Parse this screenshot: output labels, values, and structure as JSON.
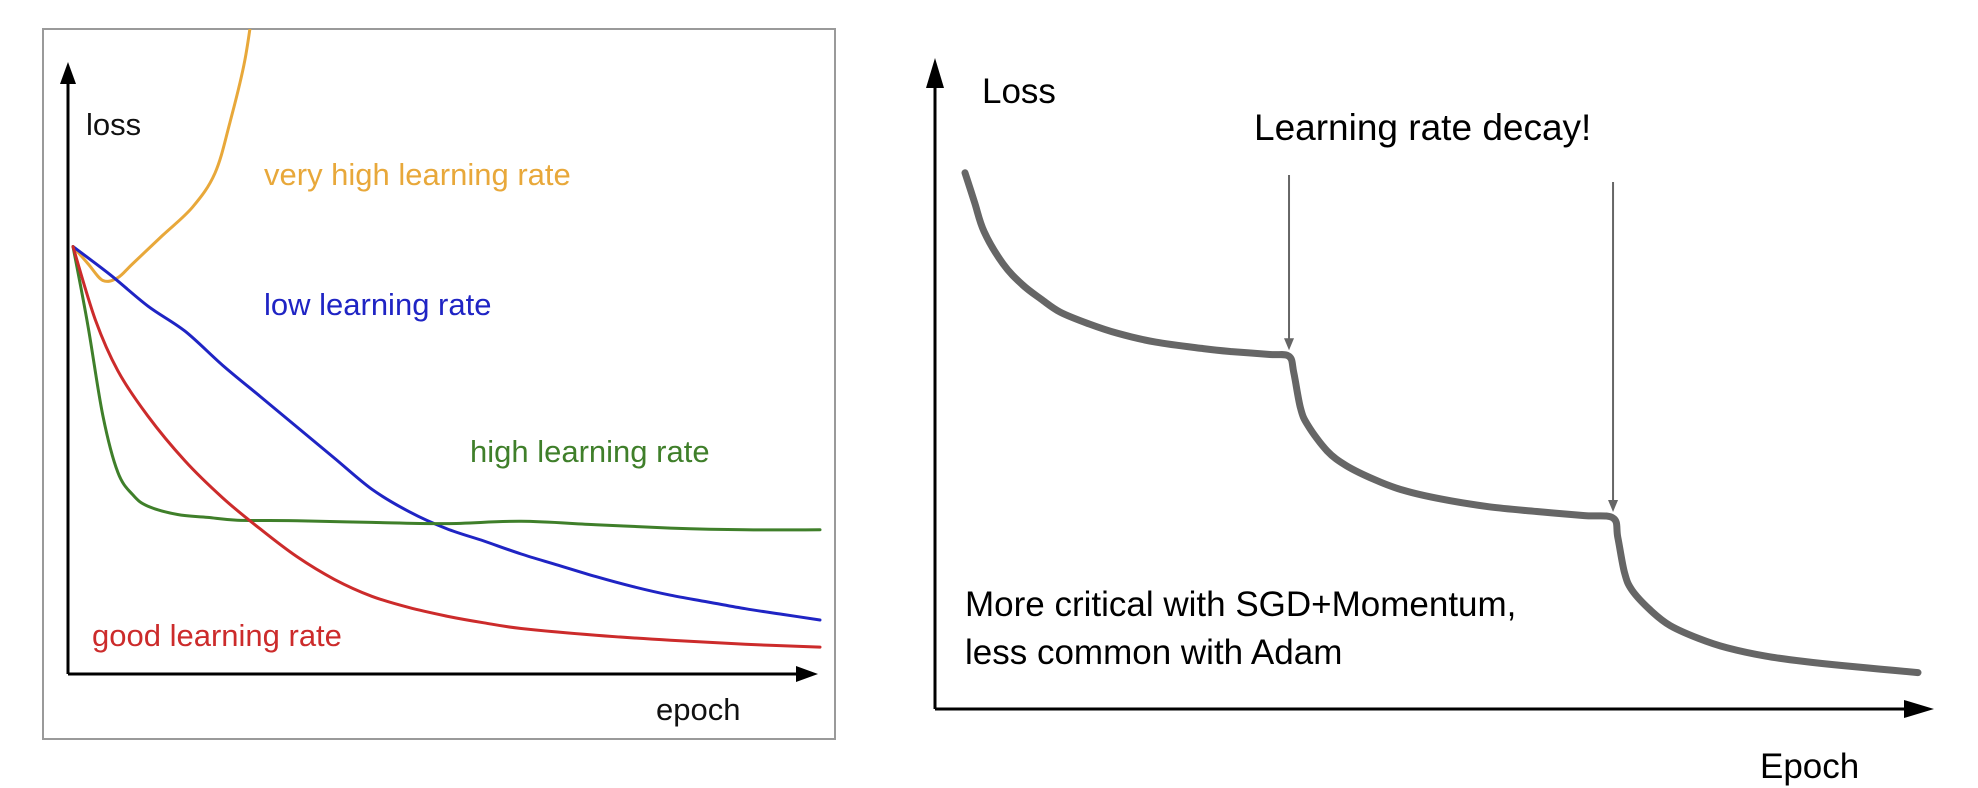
{
  "chart_data": [
    {
      "type": "line",
      "title": "",
      "xlabel": "epoch",
      "ylabel": "loss",
      "xlim": [
        0,
        100
      ],
      "ylim": [
        0,
        100
      ],
      "grid": false,
      "legend": "inline labels",
      "colors": {
        "very_high": "#e8a83a",
        "low": "#1f24c4",
        "high": "#3f7f2a",
        "good": "#cc2b2b",
        "axis": "#000000"
      },
      "series": [
        {
          "name": "very high learning rate",
          "color": "#e8a83a",
          "x": [
            0,
            2,
            4,
            6,
            8,
            12,
            16,
            19,
            21,
            23,
            24.5,
            25.5
          ],
          "y": [
            74,
            71,
            68,
            68.5,
            71,
            76,
            81,
            87,
            96,
            107,
            120,
            126
          ]
        },
        {
          "name": "low learning rate",
          "color": "#1f24c4",
          "x": [
            0,
            5,
            10,
            15,
            20,
            25,
            30,
            35,
            40,
            45,
            50,
            55,
            60,
            65,
            70,
            75,
            80,
            85,
            90,
            95,
            100
          ],
          "y": [
            74,
            69,
            63.5,
            59,
            53,
            47.5,
            42,
            36.5,
            31,
            27,
            24,
            21.8,
            19.5,
            17.5,
            15.5,
            13.7,
            12.2,
            11,
            9.8,
            8.8,
            7.8
          ]
        },
        {
          "name": "high learning rate",
          "color": "#3f7f2a",
          "x": [
            0,
            2,
            4,
            6,
            8,
            10,
            14,
            18,
            22,
            30,
            40,
            50,
            60,
            70,
            80,
            90,
            100
          ],
          "y": [
            74,
            60,
            44,
            34,
            30,
            28,
            26.5,
            26,
            25.5,
            25.4,
            25.1,
            24.9,
            25.3,
            24.7,
            24.1,
            23.8,
            23.8
          ]
        },
        {
          "name": "good learning rate",
          "color": "#cc2b2b",
          "x": [
            0,
            3,
            6,
            10,
            15,
            20,
            25,
            30,
            35,
            40,
            45,
            50,
            55,
            60,
            70,
            80,
            90,
            100
          ],
          "y": [
            74,
            61,
            52,
            44,
            36,
            29.5,
            24,
            19,
            15,
            12,
            10,
            8.5,
            7.3,
            6.3,
            5.1,
            4.2,
            3.5,
            3
          ]
        }
      ]
    },
    {
      "type": "line",
      "title": "",
      "xlabel": "Epoch",
      "ylabel": "Loss",
      "xlim": [
        0,
        100
      ],
      "ylim": [
        0,
        100
      ],
      "grid": false,
      "colors": {
        "curve": "#666666",
        "axis": "#000000",
        "annotation": "#666666"
      },
      "series": [
        {
          "color": "#666666",
          "x": [
            0,
            1,
            2,
            4,
            6,
            8,
            10,
            13,
            16,
            20,
            25,
            28,
            32,
            34,
            34.5,
            35.2,
            36,
            38,
            40,
            43,
            46,
            50,
            55,
            60,
            65,
            68,
            68.5,
            69.2,
            70,
            72,
            74,
            77,
            80,
            84,
            88,
            92,
            96,
            100
          ],
          "y": [
            90,
            85,
            80,
            74.5,
            71,
            68.5,
            66.3,
            64.3,
            62.7,
            61.2,
            60.1,
            59.6,
            59.1,
            58.8,
            56,
            50,
            47,
            42.7,
            40.2,
            37.8,
            36,
            34.5,
            33.2,
            32.4,
            31.7,
            31.3,
            28,
            22,
            19,
            15.5,
            13,
            10.8,
            9.2,
            7.8,
            6.9,
            6.2,
            5.6,
            5
          ]
        }
      ],
      "annotations": {
        "decay_label": "Learning rate decay!",
        "decay_points_x": [
          34,
          68
        ],
        "note_line1": "More critical with SGD+Momentum,",
        "note_line2": "less common with Adam"
      }
    }
  ]
}
